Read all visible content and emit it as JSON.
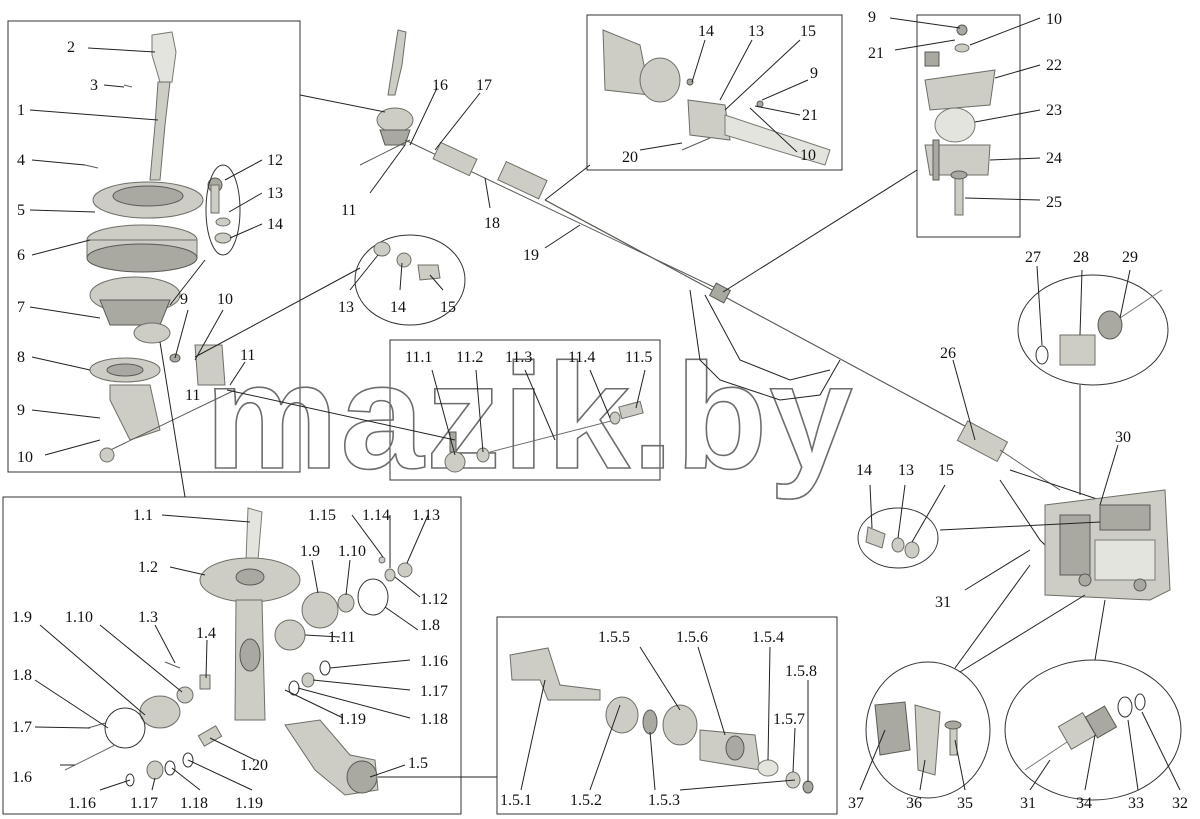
{
  "watermark": "mazik.by",
  "colors": {
    "part": "#cdcdc6",
    "stroke": "#6e6e68",
    "text": "#111111"
  },
  "callouts": [
    "1",
    "2",
    "3",
    "4",
    "5",
    "6",
    "7",
    "8",
    "9",
    "10",
    "11",
    "12",
    "13",
    "14",
    "9",
    "10",
    "11",
    "16",
    "17",
    "11",
    "18",
    "19",
    "13",
    "14",
    "15",
    "11.1",
    "11.2",
    "11.3",
    "11.4",
    "11.5",
    "14",
    "13",
    "15",
    "9",
    "21",
    "20",
    "10",
    "9",
    "10",
    "21",
    "22",
    "23",
    "24",
    "25",
    "26",
    "27",
    "28",
    "29",
    "30",
    "31",
    "14",
    "13",
    "15",
    "1.1",
    "1.2",
    "1.3",
    "1.4",
    "1.5",
    "1.6",
    "1.7",
    "1.8",
    "1.9",
    "1.10",
    "1.11",
    "1.12",
    "1.13",
    "1.14",
    "1.15",
    "1.16",
    "1.17",
    "1.18",
    "1.19",
    "1.20",
    "1.9",
    "1.10",
    "1.8",
    "1.16",
    "1.17",
    "1.18",
    "1.19",
    "1.5.1",
    "1.5.2",
    "1.5.3",
    "1.5.4",
    "1.5.5",
    "1.5.6",
    "1.5.7",
    "1.5.8",
    "37",
    "36",
    "35",
    "31",
    "34",
    "33",
    "32"
  ]
}
